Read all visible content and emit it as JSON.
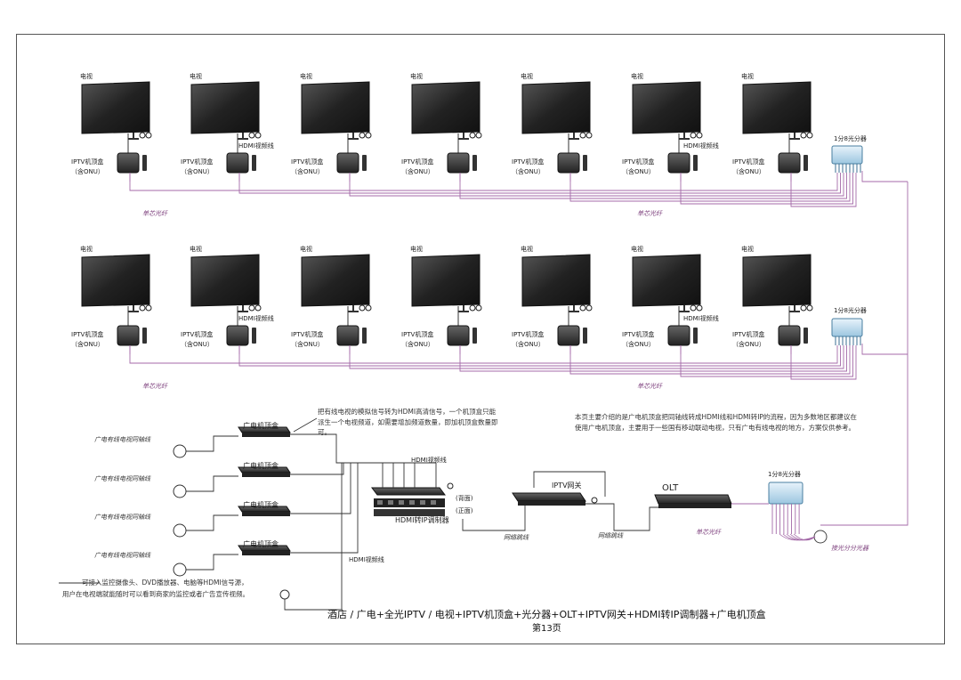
{
  "tv_label": "电视",
  "stb_top_row": [
    {
      "name": "IPTV机顶盒",
      "sub": "（含ONU）"
    },
    {
      "name": "IPTV机顶盒",
      "sub": "（含ONU）"
    },
    {
      "name": "IPTV机顶盒",
      "sub": "（含ONU）"
    },
    {
      "name": "IPTV机顶盒",
      "sub": "（含ONU）"
    },
    {
      "name": "IPTV机顶盒",
      "sub": "（含ONU）"
    },
    {
      "name": "IPTV机顶盒",
      "sub": "（含ONU）"
    },
    {
      "name": "IPTV机顶盒",
      "sub": "（含ONU）"
    }
  ],
  "hdmi_line": "HDMI视频线",
  "fiber": "单芯光纤",
  "splitter_small": "1分8光分器",
  "splitter_main": "1分8光分器",
  "cable_box": "广电机顶盒",
  "cable_signal": "广电有线电视同轴线",
  "cable_note": "把有线电视的模拟信号转为HDMI高清信号，一个机顶盒只能派生一个电视频道，如需要增加频道数量，即加机顶盒数量即可。",
  "modulator": "HDMI转IP调制器",
  "front_panel": "(背面)",
  "back_panel": "(正面)",
  "gateway": "IPTV网关",
  "olt": "OLT",
  "ethernet": "网络跳线",
  "jumper": "网络跳线",
  "main_note": "本页主要介绍的是广电机顶盒把同轴线转成HDMI线和HDMI转IP的流程，因为多数地区都建议在使用广电机顶盒，主要用于一些国有移动联动电视，只有广电有线电视的地方，方案仅供参考。",
  "fiber_bus": "单芯光纤",
  "to_distribution": "接光分分光器",
  "source_note_1": "可接入监控摄像头、DVD播放器、电脑等HDMI信号源，",
  "source_note_2": "用户在电视端就能随时可以看到商家的监控或者广告宣传视频。",
  "footer_title": "酒店 / 广电+全光IPTV / 电视+IPTV机顶盒+光分器+OLT+IPTV网关+HDMI转IP调制器+广电机顶盒",
  "footer_page": "第13页",
  "colors": {
    "fiber": "#a46aa8",
    "line": "#333333",
    "tv": "#2b2b2b"
  }
}
